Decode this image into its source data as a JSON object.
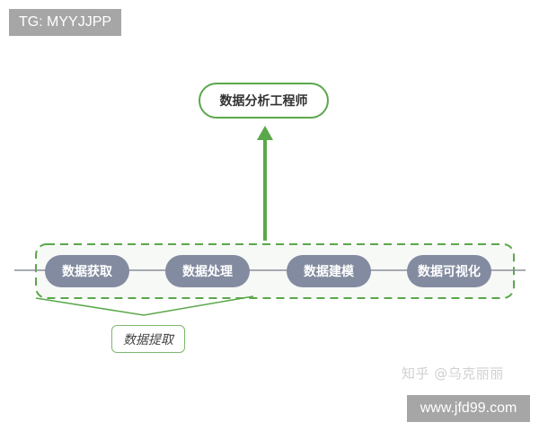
{
  "watermarks": {
    "top_left": "TG: MYYJJPP",
    "bottom_right": "www.jfd99.com",
    "zhihu": "知乎 @乌克丽丽"
  },
  "diagram": {
    "goal": "数据分析工程师",
    "pipeline": [
      {
        "label": "数据获取"
      },
      {
        "label": "数据处理"
      },
      {
        "label": "数据建模"
      },
      {
        "label": "数据可视化"
      }
    ],
    "extract_label": "数据提取",
    "colors": {
      "node_fill": "#838ba0",
      "accent_green": "#5aa84a",
      "dashed_green": "#5aa84a",
      "axis_line": "#8a8f9c"
    }
  }
}
